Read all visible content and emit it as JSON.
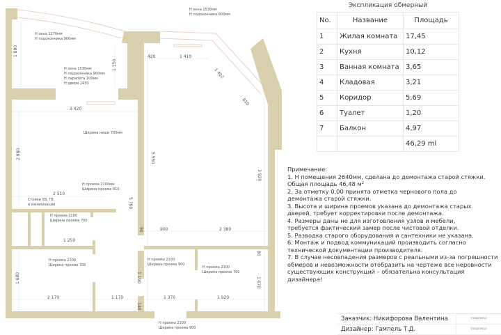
{
  "explication": {
    "caption": "Экспликация обмерный",
    "headers": [
      "No.",
      "Название",
      "Площадь"
    ],
    "rows": [
      {
        "no": "1",
        "name": "Жилая комната",
        "area": "17,45"
      },
      {
        "no": "2",
        "name": "Кухня",
        "area": "10,12"
      },
      {
        "no": "3",
        "name": "Ванная комната",
        "area": "3,65"
      },
      {
        "no": "4",
        "name": "Кладовая",
        "area": "3,21"
      },
      {
        "no": "5",
        "name": "Коридор",
        "area": "5,69"
      },
      {
        "no": "6",
        "name": "Туалет",
        "area": "1,20"
      },
      {
        "no": "7",
        "name": "Балкон",
        "area": "4,97"
      }
    ],
    "total": "46,29 ml"
  },
  "notes": {
    "title": "Примечание:",
    "lines": [
      "1. Н помещения 2640мм, сделана до демонтажа старой стяжки.",
      "Общая площадь 46,48 м²",
      "2. За отметку 0,00 принята отметка чернового пола до",
      "демонтажа старой стяжки.",
      "3. Высота и ширина проемов указана до демонтажа старых",
      "дверей, требует корректировки после демонтажа.",
      "4. Размеры даны не для изготовления узлов и мебели,",
      "требуется фактический замер после чистовой отделки.",
      "5. Разводка старого оборудования и сантехники не указана.",
      "6. Монтаж и подвод коммуникаций производить согласно",
      "технической документации производителя.",
      "7. В случае несовпадения размеров с реальными из-за погрешности",
      "обмеров и невозможности отобразить на чертеже все неровности",
      "существующих конструкций – обязательна консультация дизайнера!"
    ]
  },
  "title_block": {
    "customer": "Заказчик: Никифорова Валентина",
    "designer": "Дизайнер: Гампель Т.Д.",
    "signature1": "(подпись)",
    "signature2": "(подпись)"
  },
  "plan": {
    "annotations": {
      "balcony_window": [
        "Н окна 1270мм",
        "Н подоконника 900мм"
      ],
      "kitchen_window": [
        "Н окна 1530мм",
        "Н подоконника 900мм"
      ],
      "balcony_door": [
        "Н окна 1530мм",
        "Н подоконника 900мм",
        "Н парапета 100мм",
        "Н двери 2430"
      ],
      "niche": "Ширина ниши 700мм",
      "opening_910": [
        "Н проема 2100мм",
        "Ширина проема 910"
      ],
      "risers": [
        "Стояки ХВ, ГВ",
        "и канализации"
      ],
      "opening_700_a": [
        "Н проема 2100",
        "Ширина проема 700"
      ],
      "opening_700_b": [
        "Н проема 2100",
        "Ширина проема 700"
      ],
      "opening_900_a": [
        "Н проема 2100",
        "Ширина проема 900"
      ],
      "opening_700_c": [
        "Н проема 2100",
        "Ширина проема 700"
      ],
      "opening_900_b": [
        "Н проема 2100",
        "Ширина проема 900"
      ]
    },
    "dimensions": {
      "d1880": "1 880",
      "d1150": "1 150",
      "d420": "420",
      "d1410": "1 410",
      "d1402": "1 402",
      "d810": "810",
      "d3420": "3 420",
      "d2960": "2 960",
      "d5550": "5 550",
      "d3920": "3 920",
      "d2510": "2 510",
      "d5760": "5 760",
      "d90": "90",
      "d900": "900",
      "d2380": "2 380",
      "d1250": "1 250",
      "d80": "80",
      "d1680": "1 680",
      "d1190": "1 190",
      "d1670": "1 670",
      "d2170": "2 170",
      "d1170": "1 170",
      "d1370": "1 370",
      "d1920": "1 920",
      "d140": "140"
    }
  }
}
